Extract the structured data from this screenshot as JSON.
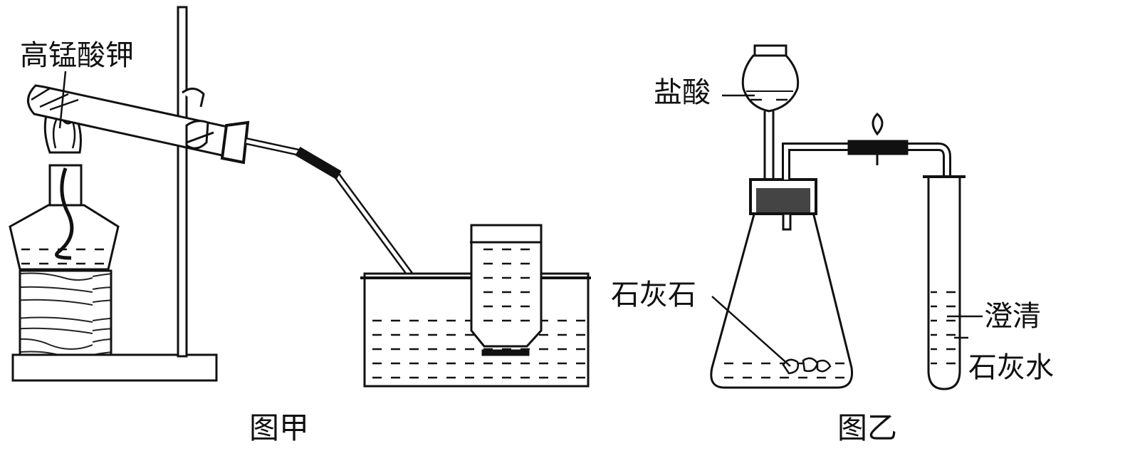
{
  "figure_a": {
    "caption": "图甲",
    "labels": {
      "reagent": "高锰酸钾"
    }
  },
  "figure_b": {
    "caption": "图乙",
    "labels": {
      "acid": "盐酸",
      "solid": "石灰石",
      "limewater_line1": "澄清",
      "limewater_line2": "石灰水"
    }
  },
  "colors": {
    "line": "#111111",
    "background": "#ffffff"
  }
}
